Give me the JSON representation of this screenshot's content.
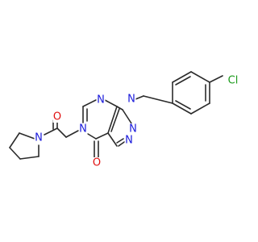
{
  "molecule": {
    "colors": {
      "bond": "#2b2b2b",
      "N": "#1a1adb",
      "O": "#e01010",
      "Cl": "#1a9a1a",
      "background": "#ffffff"
    },
    "atoms": [
      {
        "id": "cl",
        "symbol": "Cl",
        "label": "Cl",
        "element": "Cl"
      },
      {
        "id": "n_benzyl",
        "symbol": "N",
        "label": "N",
        "element": "N"
      },
      {
        "id": "n_triazole_1",
        "symbol": "N",
        "label": "N",
        "element": "N"
      },
      {
        "id": "n_triazole_2",
        "symbol": "N",
        "label": "N",
        "element": "N"
      },
      {
        "id": "n_pyrimidine",
        "symbol": "N",
        "label": "N",
        "element": "N"
      },
      {
        "id": "n_ring",
        "symbol": "N",
        "label": "N",
        "element": "N"
      },
      {
        "id": "n_pyrrolidine",
        "symbol": "N",
        "label": "N",
        "element": "N"
      },
      {
        "id": "o_amide",
        "symbol": "O",
        "label": "O",
        "element": "O"
      },
      {
        "id": "o_ketone",
        "symbol": "O",
        "label": "O",
        "element": "O"
      }
    ]
  }
}
